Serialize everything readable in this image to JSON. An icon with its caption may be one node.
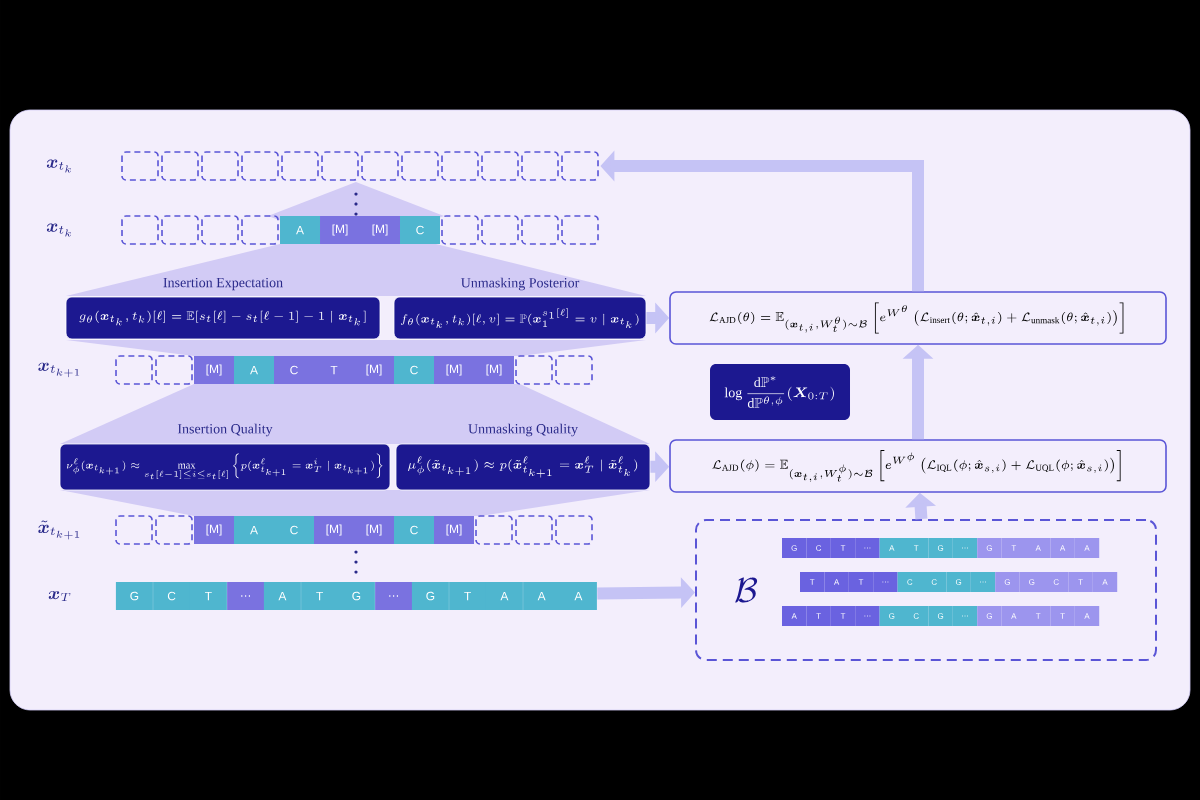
{
  "diagram": {
    "nodes": [
      {
        "text": [],
        "shape": "box",
        "beside": [
          "\\boldsymbol{x}_{t_k}"
        ]
      },
      {
        "text": [
          "A",
          "[M]",
          "[M]",
          "C"
        ],
        "beside": [
          "\\boldsymbol{x}_{t_k}"
        ]
      },
      {
        "text": [
          "Insertion Expectation",
          "g_\\theta(\\boldsymbol{x}_{t_k}, t_k)[\\ell] = \\mathbb{E}[s_t[\\ell] - s_t[\\ell-1] - 1 \\mid \\boldsymbol{x}_{t_k}]"
        ]
      },
      {
        "text": [
          "Unmasking Posterior",
          "f_\\theta(\\boldsymbol{x}_{t_k}, t_k)[\\ell, v] = \\mathbb{P}(\\boldsymbol{x}_1^{s_1[\\ell]} = v \\mid \\boldsymbol{x}_{t_k})"
        ]
      },
      {
        "text": [
          "[M]",
          "A",
          "C",
          "T",
          "[M]",
          "C",
          "[M]",
          "[M]"
        ],
        "beside": [
          "\\boldsymbol{x}_{t_{k+1}}"
        ]
      },
      {
        "text": [
          "Insertion Quality",
          "\\nu^\\ell_\\phi(\\boldsymbol{x}_{t_{k+1}}) \\approx \\max\\limits_{s_t[\\ell-1] \\le i \\le s_t[\\ell]} \\left\\{ p(\\boldsymbol{x}^\\ell_{t_{k+1}} = \\boldsymbol{x}^i_T \\mid \\boldsymbol{x}_{t_{k+1}}) \\right\\}"
        ]
      },
      {
        "text": [
          "Unmasking Quality",
          "\\mu^\\ell_\\phi(\\tilde{\\boldsymbol{x}}_{t_{k+1}}) \\approx p(\\tilde{\\boldsymbol{x}}^\\ell_{t_{k+1}} = \\boldsymbol{x}^\\ell_T \\mid \\tilde{\\boldsymbol{x}}^\\ell_{t_k})"
        ]
      },
      {
        "text": [
          "[M]",
          "A",
          "C",
          "[M]",
          "[M]",
          "C",
          "[M]"
        ],
        "beside": [
          "\\tilde{\\boldsymbol{x}}_{t_{k+1}}"
        ]
      },
      {
        "text": [
          "G",
          "C",
          "T",
          "…",
          "A",
          "T",
          "G",
          "…",
          "G",
          "T",
          "A",
          "A",
          "A"
        ],
        "beside": [
          "\\boldsymbol{x}_T"
        ]
      },
      {
        "text": [
          "\\mathcal{L}_{\\mathrm{AJD}}(\\theta) = \\mathbb{E}_{(\\boldsymbol{x}_{t,i}, W^\\theta_t)\\sim\\mathcal{B}}\\left[ e^{W^\\theta} \\left( \\mathcal{L}_{\\mathrm{insert}}(\\theta; \\hat{\\boldsymbol{x}}_{t,i}) + \\mathcal{L}_{\\mathrm{unmask}}(\\theta; \\hat{\\boldsymbol{x}}_{t,i}) \\right) \\right]"
        ]
      },
      {
        "text": [
          "\\log \\dfrac{\\mathrm{d}\\mathbb{P}^*}{\\mathrm{d}\\mathbb{P}^{\\theta,\\phi}}(\\boldsymbol{X}_{0:T})"
        ]
      },
      {
        "text": [
          "\\mathcal{L}_{\\mathrm{AJD}}(\\phi) = \\mathbb{E}_{(\\boldsymbol{x}_{t,i}, W^\\phi_t)\\sim\\mathcal{B}}\\left[ e^{W^\\phi} \\left( \\mathcal{L}_{\\mathrm{IQL}}(\\phi; \\hat{\\boldsymbol{x}}_{s,i}) + \\mathcal{L}_{\\mathrm{UQL}}(\\phi; \\hat{\\boldsymbol{x}}_{s,i}) \\right) \\right]"
        ]
      },
      {
        "text": [
          "\\mathcal{B}"
        ]
      },
      {
        "text": [
          "G",
          "C",
          "T",
          "…",
          "A",
          "T",
          "G",
          "…",
          "G",
          "T",
          "A",
          "A",
          "A"
        ],
        "in": 12
      },
      {
        "text": [
          "T",
          "A",
          "T",
          "…",
          "C",
          "C",
          "G",
          "…",
          "G",
          "G",
          "C",
          "T",
          "A"
        ],
        "in": 12
      },
      {
        "text": [
          "A",
          "T",
          "T",
          "…",
          "G",
          "C",
          "G",
          "…",
          "G",
          "A",
          "T",
          "T",
          "A"
        ],
        "in": 12
      }
    ],
    "edges": [
      {
        "from": 8,
        "to": 12,
        "arrow": "to"
      },
      {
        "from": 12,
        "to": 11,
        "arrow": "to"
      },
      {
        "from": 11,
        "to": 9,
        "arrow": "to"
      },
      {
        "from": 9,
        "to": 0,
        "arrow": "to"
      },
      {
        "from": 3,
        "to": 9,
        "arrow": "to"
      },
      {
        "from": 6,
        "to": 11,
        "arrow": "to"
      }
    ]
  }
}
